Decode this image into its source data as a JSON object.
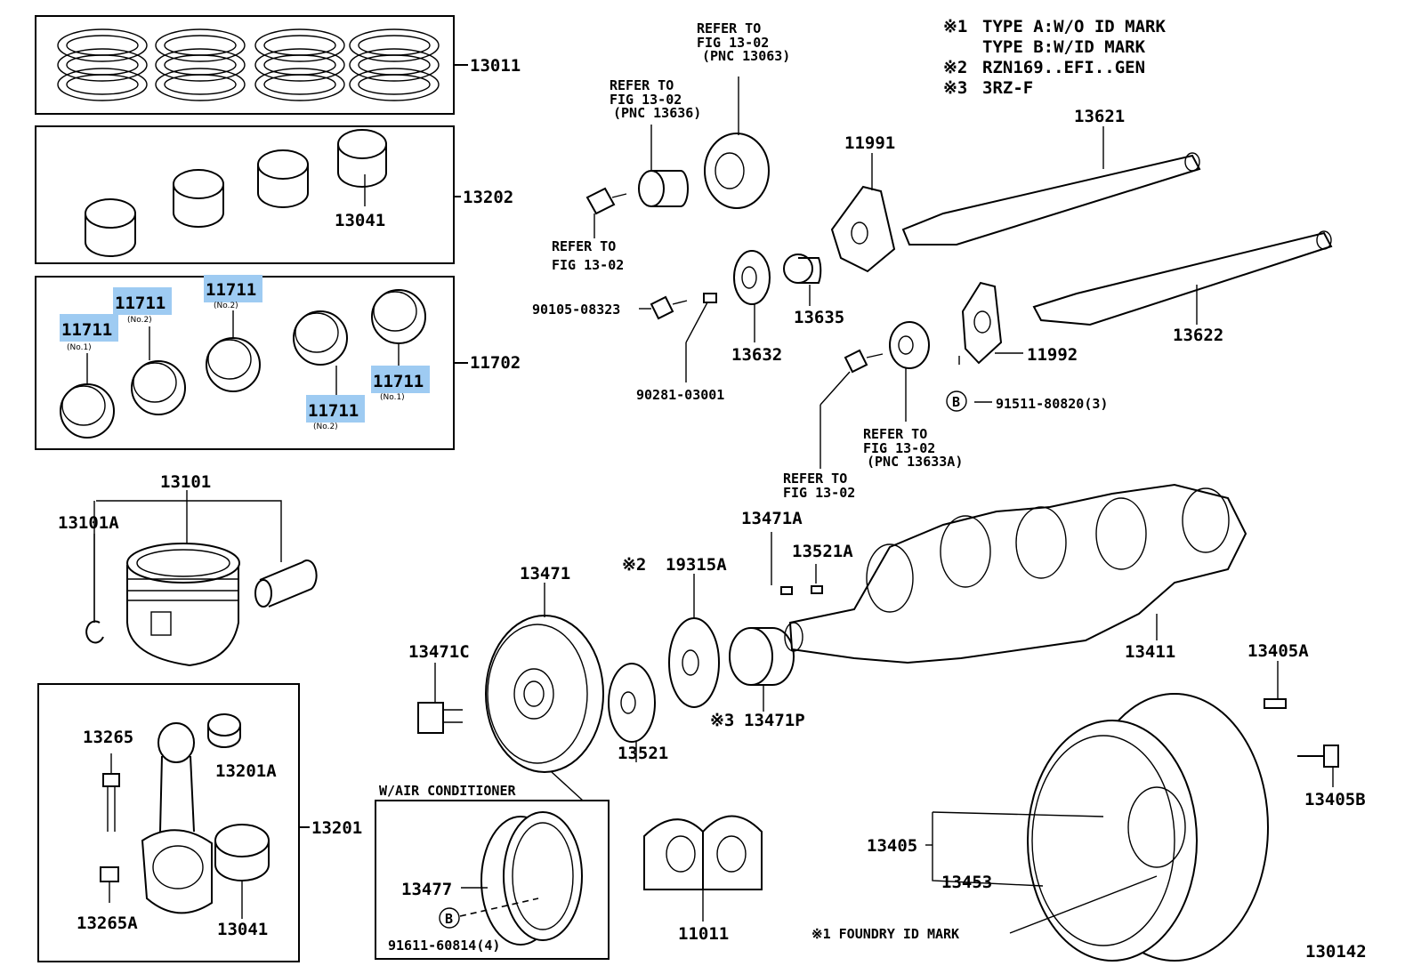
{
  "diagram": {
    "footnotes": {
      "note1_prefix": "※1",
      "note1_line1": "TYPE A:W/O ID MARK",
      "note1_line2": "TYPE B:W/ID MARK",
      "note2_prefix": "※2",
      "note2_text": "RZN169..EFI..GEN",
      "note3_prefix": "※3",
      "note3_text": "3RZ-F"
    },
    "refs": {
      "r13063_a": "REFER TO",
      "r13063_b": "FIG 13-02",
      "r13063_c": "(PNC 13063)",
      "r13636_a": "REFER TO",
      "r13636_b": "FIG 13-02",
      "r13636_c": "(PNC 13636)",
      "bolt_a": "REFER TO",
      "bolt_b": "FIG 13-02",
      "r13633_a": "REFER TO",
      "r13633_b": "FIG 13-02",
      "r13633_c": "(PNC 13633A)",
      "sprocket_a": "REFER TO",
      "sprocket_b": "FIG 13-02"
    },
    "parts": {
      "p13011": "13011",
      "p13202": "13202",
      "p13041_top": "13041",
      "p11702": "11702",
      "p11711_a": "11711",
      "p11711_b": "11711",
      "p11711_c": "11711",
      "p11711_d": "11711",
      "p11711_e": "11711",
      "no1_a": "(No.1)",
      "no2_a": "(No.2)",
      "no2_b": "(No.2)",
      "no1_b": "(No.1)",
      "no2_c": "(No.2)",
      "p13101": "13101",
      "p13101a": "13101A",
      "p13265": "13265",
      "p13201a": "13201A",
      "p13201": "13201",
      "p13265a": "13265A",
      "p13041_bot": "13041",
      "p13471": "13471",
      "p13471c": "13471C",
      "p13521": "13521",
      "note2_mark": "※2",
      "p19315a": "19315A",
      "note3_mark": "※3",
      "p13471p": "13471P",
      "p13471a": "13471A",
      "p13521a": "13521A",
      "p13411": "13411",
      "p13405a": "13405A",
      "p13405b": "13405B",
      "p13405": "13405",
      "p13453": "13453",
      "p11011": "11011",
      "p13477": "13477",
      "b_mark_left": "B",
      "p91611": "91611-60814(4)",
      "aircon": "W/AIR CONDITIONER",
      "foundry": "※1 FOUNDRY ID MARK",
      "p11991": "11991",
      "p13621": "13621",
      "p13622": "13622",
      "p11992": "11992",
      "b_mark_right": "B",
      "p91511": "91511-80820(3)",
      "p90105": "90105-08323",
      "p90281": "90281-03001",
      "p13632": "13632",
      "p13635": "13635",
      "diagram_id": "130142"
    }
  }
}
